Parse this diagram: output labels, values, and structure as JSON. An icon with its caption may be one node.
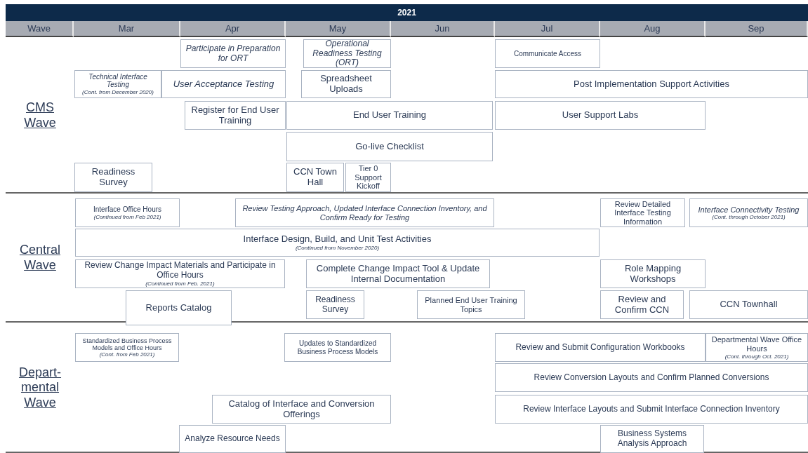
{
  "diagram": {
    "nodes": [
      {
        "text": [
          "CMS Wave"
        ]
      },
      {
        "text": [
          "Participate in Preparation for ORT"
        ],
        "in": 0
      },
      {
        "text": [
          "Operational Readiness Testing (ORT)"
        ],
        "in": 0
      },
      {
        "text": [
          "Communicate Access"
        ],
        "in": 0
      },
      {
        "text": [
          "Technical Interface Testing",
          "(Cont. from December 2020)"
        ],
        "in": 0
      },
      {
        "text": [
          "User Acceptance Testing"
        ],
        "in": 0
      },
      {
        "text": [
          "Spreadsheet Uploads"
        ],
        "in": 0
      },
      {
        "text": [
          "Post Implementation Support Activities"
        ],
        "in": 0
      },
      {
        "text": [
          "Register for End User Training"
        ],
        "in": 0
      },
      {
        "text": [
          "End User Training"
        ],
        "in": 0
      },
      {
        "text": [
          "User Support Labs"
        ],
        "in": 0
      },
      {
        "text": [
          "Go-live Checklist"
        ],
        "in": 0
      },
      {
        "text": [
          "Readiness Survey"
        ],
        "in": 0
      },
      {
        "text": [
          "CCN Town Hall"
        ],
        "in": 0
      },
      {
        "text": [
          "Tier 0 Support Kickoff"
        ],
        "in": 0
      },
      {
        "text": [
          "Central Wave"
        ]
      },
      {
        "text": [
          "Interface Office Hours",
          "(Continued from Feb 2021)"
        ],
        "in": 15
      },
      {
        "text": [
          "Review Testing Approach, Updated Interface Connection Inventory, and Confirm Ready for Testing"
        ],
        "in": 15
      },
      {
        "text": [
          "Review Detailed Interface Testing Information"
        ],
        "in": 15
      },
      {
        "text": [
          "Interface Connectivity Testing",
          "(Cont. through October 2021)"
        ],
        "in": 15
      },
      {
        "text": [
          "Interface Design, Build, and Unit Test Activities",
          "(Continued from November 2020)"
        ],
        "in": 15
      },
      {
        "text": [
          "Review Change Impact Materials and Participate in Office Hours",
          "(Continued from Feb. 2021)"
        ],
        "in": 15
      },
      {
        "text": [
          "Complete Change Impact Tool & Update Internal Documentation"
        ],
        "in": 15
      },
      {
        "text": [
          "Role Mapping Workshops"
        ],
        "in": 15
      },
      {
        "text": [
          "Reports Catalog"
        ],
        "in": 15
      },
      {
        "text": [
          "Readiness Survey"
        ],
        "in": 15
      },
      {
        "text": [
          "Planned End User Training Topics"
        ],
        "in": 15
      },
      {
        "text": [
          "Review and Confirm CCN"
        ],
        "in": 15
      },
      {
        "text": [
          "CCN Townhall"
        ],
        "in": 15
      },
      {
        "text": [
          "Depart-mental Wave"
        ]
      },
      {
        "text": [
          "Standardized Business Process Models and Office Hours",
          "(Cont. from Feb 2021)"
        ],
        "in": 29
      },
      {
        "text": [
          "Updates to Standardized Business Process Models"
        ],
        "in": 29
      },
      {
        "text": [
          "Review and Submit Configuration Workbooks"
        ],
        "in": 29
      },
      {
        "text": [
          "Departmental Wave Office Hours",
          "(Cont. through Oct. 2021)"
        ],
        "in": 29
      },
      {
        "text": [
          "Review Conversion Layouts and Confirm Planned Conversions"
        ],
        "in": 29
      },
      {
        "text": [
          "Catalog of Interface and Conversion Offerings"
        ],
        "in": 29
      },
      {
        "text": [
          "Review Interface Layouts and Submit Interface Connection Inventory"
        ],
        "in": 29
      },
      {
        "text": [
          "Analyze Resource Needs"
        ],
        "in": 29
      },
      {
        "text": [
          "Business Systems Analysis Approach"
        ],
        "in": 29
      }
    ],
    "labels": [
      "2021",
      "Wave",
      "Mar",
      "Apr",
      "May",
      "Jun",
      "Jul",
      "Aug",
      "Sep"
    ]
  }
}
